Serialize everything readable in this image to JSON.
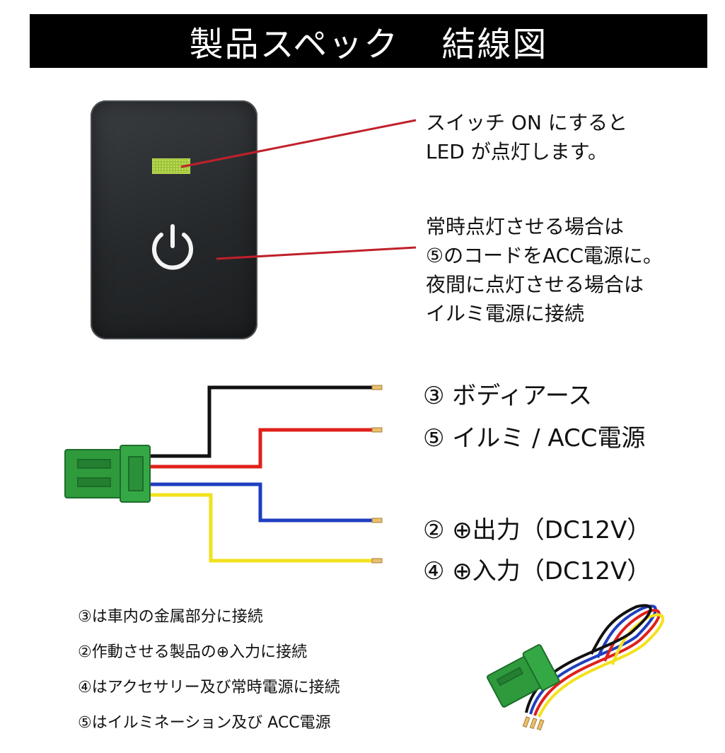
{
  "header": {
    "title_left": "製品スペック",
    "title_right": "結線図"
  },
  "colors": {
    "header_bg": "#000000",
    "wire_black": "#111111",
    "wire_red": "#e0201a",
    "wire_blue": "#1f3fbf",
    "wire_yellow": "#f2e21c",
    "connector": "#2e9a3c",
    "leader_line": "#c0202a"
  },
  "notes": {
    "led": [
      "スイッチ ON にすると",
      "LED が点灯します。"
    ],
    "power": [
      "常時点灯させる場合は",
      "⑤のコードをACC電源に。",
      "夜間に点灯させる場合は",
      "イルミ電源に接続"
    ]
  },
  "wires": [
    {
      "label": "③ ボディアース",
      "color": "black"
    },
    {
      "label": "⑤ イルミ / ACC電源",
      "color": "red"
    },
    {
      "label": "② ⊕出力（DC12V）",
      "color": "blue"
    },
    {
      "label": "④ ⊕入力（DC12V）",
      "color": "yellow"
    }
  ],
  "legend": [
    "③は車内の金属部分に接続",
    "②作動させる製品の⊕入力に接続",
    "④はアクセサリー及び常時電源に接続",
    "⑤はイルミネーション及び ACC電源"
  ]
}
